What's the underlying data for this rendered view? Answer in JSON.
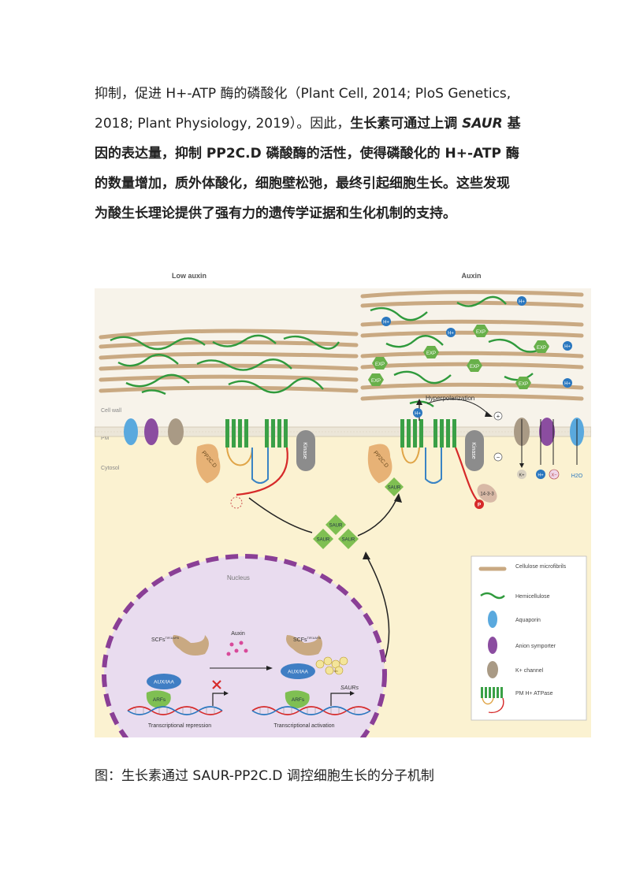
{
  "paragraph": {
    "l1": "抑制，促进 H+-ATP 酶的磷酸化（Plant Cell, 2014; PloS Genetics,",
    "l2a": "2018; Plant Physiology, 2019）。因此，",
    "l2b": "生长素可通过上调 ",
    "l2c": "SAUR",
    "l2d": " 基",
    "l3": "因的表达量，抑制 PP2C.D 磷酸酶的活性，使得磷酸化的 H+-ATP 酶",
    "l4": "的数量增加，质外体酸化，细胞壁松弛，最终引起细胞生长。这些发现",
    "l5": "为酸生长理论提供了强有力的遗传学证据和生化机制的支持。"
  },
  "figure": {
    "low_auxin": "Low auxin",
    "auxin": "Auxin",
    "cell_wall": "Cell wall",
    "pm": "PM",
    "cytosol": "Cytosol",
    "hyperpolarization": "Hyperpolarization",
    "plus": "+",
    "minus": "−",
    "exp": "EXP",
    "h": "H+",
    "pp2cd": "PP2C.D",
    "kinase": "Kinase",
    "saur": "SAUR",
    "p1433": "14-3-3",
    "p": "P",
    "k": "K+",
    "x": "X−",
    "h2o": "H2O",
    "nucleus": "Nucleus",
    "scf": "SCFs",
    "scf_sup": "TIR1/AFB",
    "auxin_mol": "Auxin",
    "auxiaa": "AUX/IAA",
    "arfs": "ARFs",
    "ub": "Ub",
    "saurs": "SAURs",
    "trans_rep": "Transcriptional repression",
    "trans_act": "Transcriptional activation",
    "legend": {
      "cellulose": "Cellulose microfibrils",
      "hemicellulose": "Hemicellulose",
      "aquaporin": "Aquaporin",
      "anion": "Anion symporter",
      "kchannel": "K+ channel",
      "atpase": "PM H+ ATPase"
    },
    "colors": {
      "cellulose": "#c9a982",
      "hemicellulose": "#2f9a3c",
      "atpase": "#3aa046",
      "aquaporin": "#5aa9de",
      "anion": "#8b4da0",
      "kchannel": "#a99a85",
      "cytosol": "#fbf2d1",
      "nucleus": "#e9dcef",
      "pp2cd": "#e7b276",
      "saur": "#7fbf52",
      "kinase": "#8c8c8c"
    }
  },
  "caption": "图：生长素通过 SAUR-PP2C.D 调控细胞生长的分子机制"
}
